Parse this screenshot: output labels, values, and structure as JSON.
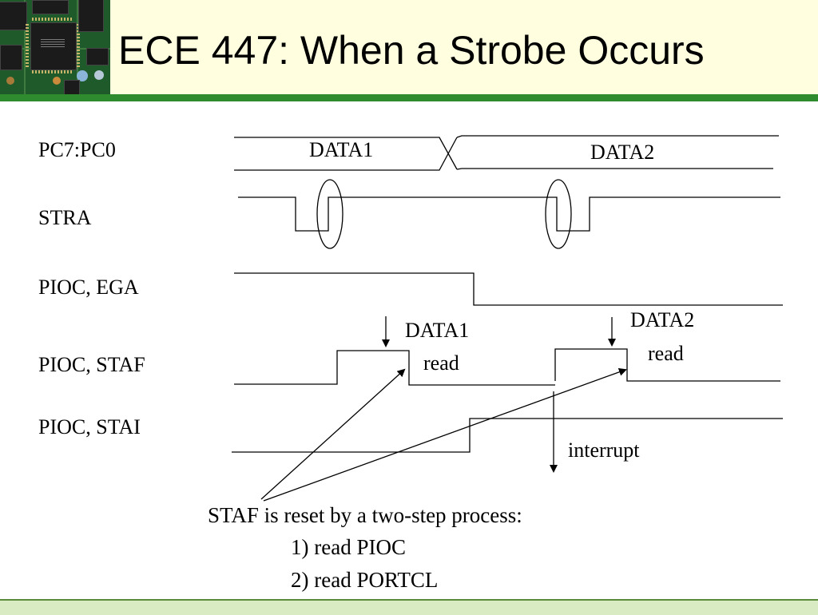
{
  "title": "ECE 447: When a Strobe Occurs",
  "signals": {
    "pc7_pc0": "PC7:PC0",
    "stra": "STRA",
    "pioc_ega": "PIOC, EGA",
    "pioc_staf": "PIOC, STAF",
    "pioc_stai": "PIOC, STAI"
  },
  "bus_labels": {
    "data1": "DATA1",
    "data2": "DATA2"
  },
  "annotations": {
    "data1_read_line1": "DATA1",
    "data1_read_line2": "read",
    "data2_read_line1": "DATA2",
    "data2_read_line2": "read",
    "interrupt": "interrupt"
  },
  "note": {
    "line1": "STAF is reset by a two-step process:",
    "line2": "1) read PIOC",
    "line3": "2) read PORTCL"
  },
  "colors": {
    "header_bg": "#ffffe0",
    "accent_green": "#2e8b2e",
    "footer_bg": "#d8ebc2"
  }
}
